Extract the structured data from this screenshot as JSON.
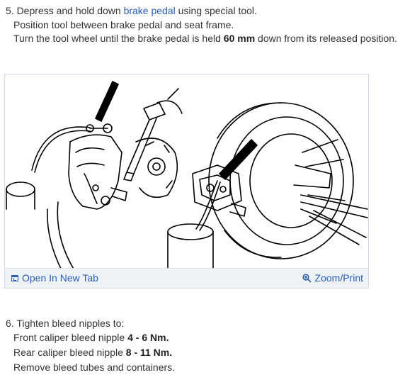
{
  "step5": {
    "line1_prefix": "5. Depress and hold down ",
    "line1_link": "brake pedal",
    "line1_suffix": " using special tool.",
    "line2": "Position tool between brake pedal and seat frame.",
    "line3_prefix": "Turn the tool wheel until the brake pedal is held ",
    "line3_bold": "60 mm",
    "line3_suffix": " down from its released position."
  },
  "figure": {
    "open_label": "Open In New Tab",
    "zoom_label": "Zoom/Print",
    "icons": [
      "open-tab-icon",
      "zoom-icon"
    ]
  },
  "step6": {
    "line1": "6. Tighten bleed nipples to:",
    "line2_prefix": "Front caliper bleed nipple ",
    "line2_bold": "4 - 6 Nm.",
    "line3_prefix": "Rear caliper bleed nipple ",
    "line3_bold": "8 - 11 Nm.",
    "line4": "Remove bleed tubes and containers."
  },
  "colors": {
    "link": "#2a5db0",
    "text": "#333333",
    "toolbar_bg": "#eef3f8"
  }
}
